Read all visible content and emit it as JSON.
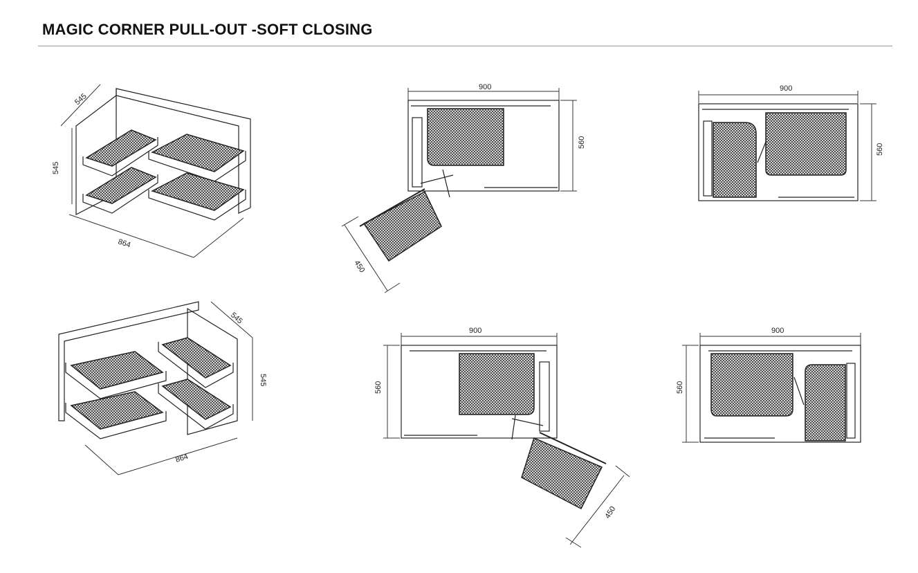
{
  "page": {
    "title": "MAGIC CORNER PULL-OUT -SOFT CLOSING"
  },
  "figures": [
    {
      "id": "iso-left",
      "labels": {
        "depth": "545",
        "height": "545",
        "width": "864"
      }
    },
    {
      "id": "top-left-open",
      "labels": {
        "width": "900",
        "depth": "560",
        "basket": "450"
      }
    },
    {
      "id": "top-left-closed",
      "labels": {
        "width": "900",
        "depth": "560"
      }
    },
    {
      "id": "iso-right",
      "labels": {
        "depth": "545",
        "height": "545",
        "width": "864"
      }
    },
    {
      "id": "top-right-open",
      "labels": {
        "width": "900",
        "depth": "560",
        "basket": "450"
      }
    },
    {
      "id": "top-right-closed",
      "labels": {
        "width": "900",
        "depth": "560"
      }
    }
  ],
  "colors": {
    "line": "#222222",
    "rule": "#9a9a9a",
    "basket_fill": "#555555"
  }
}
